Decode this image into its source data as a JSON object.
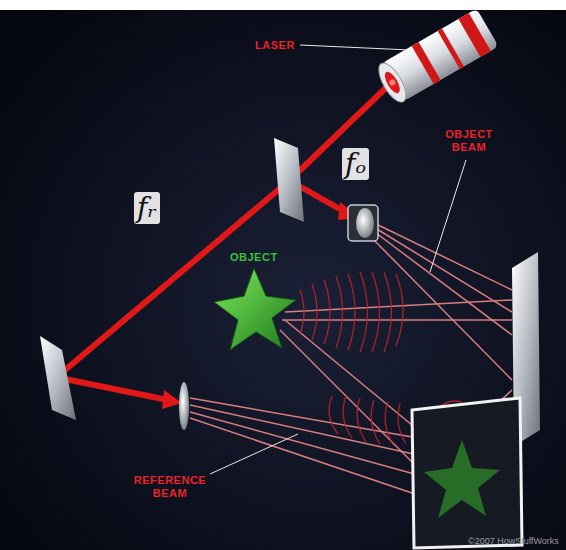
{
  "diagram": {
    "labels": [
      "LASER",
      "fₒ",
      "OBJECT BEAM",
      "fᵣ",
      "OBJECT",
      "REFERENCE BEAM",
      "©2007 HowStuffWorks"
    ]
  }
}
